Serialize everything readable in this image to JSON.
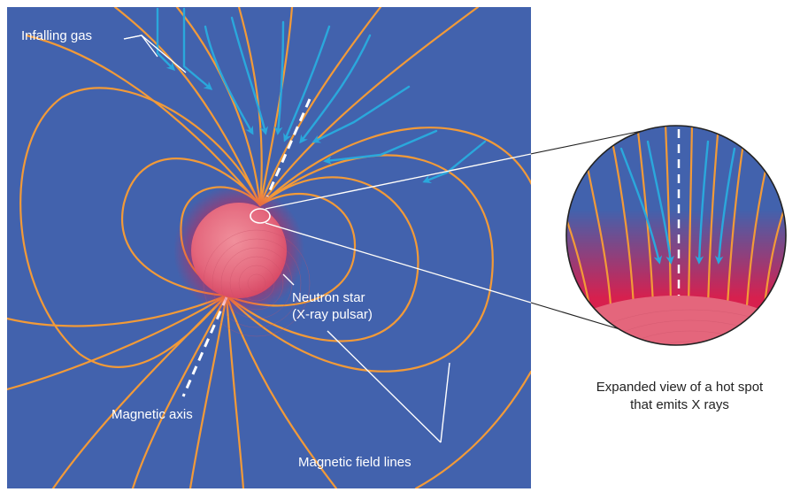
{
  "labels": {
    "infalling_gas": "Infalling gas",
    "neutron_star_line1": "Neutron star",
    "neutron_star_line2": "(X-ray pulsar)",
    "magnetic_axis": "Magnetic axis",
    "magnetic_field_lines": "Magnetic field lines",
    "expanded_line1": "Expanded view of a hot spot",
    "expanded_line2": "that emits X rays"
  },
  "colors": {
    "background": "#4262ad",
    "field_line": "#f29a38",
    "infalling_gas": "#2aa8dc",
    "star_core": "#e4667c",
    "star_glow": "#d7204e",
    "label_text_light": "#ffffff",
    "label_text_dark": "#222222"
  }
}
